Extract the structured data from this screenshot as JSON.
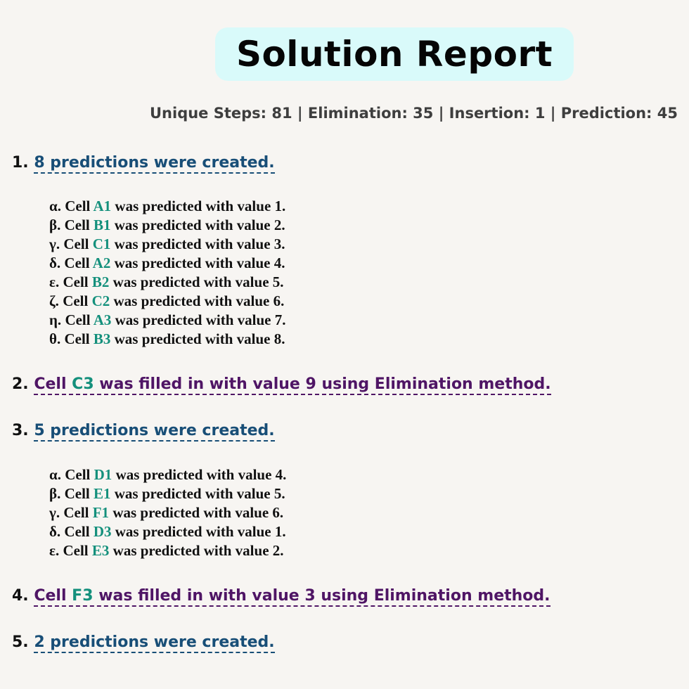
{
  "title": "Solution Report",
  "stats": "Unique Steps: 81 | Elimination: 35 | Insertion: 1 | Prediction: 45",
  "steps": [
    {
      "num": "1.",
      "text": "8 predictions were created.",
      "items": [
        {
          "marker": "α.",
          "pre": "Cell",
          "cell": "A1",
          "post": "was predicted with value 1."
        },
        {
          "marker": "β.",
          "pre": "Cell",
          "cell": "B1",
          "post": "was predicted with value 2."
        },
        {
          "marker": "γ.",
          "pre": "Cell",
          "cell": "C1",
          "post": "was predicted with value 3."
        },
        {
          "marker": "δ.",
          "pre": "Cell",
          "cell": "A2",
          "post": "was predicted with value 4."
        },
        {
          "marker": "ε.",
          "pre": "Cell",
          "cell": "B2",
          "post": "was predicted with value 5."
        },
        {
          "marker": "ζ.",
          "pre": "Cell",
          "cell": "C2",
          "post": "was predicted with value 6."
        },
        {
          "marker": "η.",
          "pre": "Cell",
          "cell": "A3",
          "post": "was predicted with value 7."
        },
        {
          "marker": "θ.",
          "pre": "Cell",
          "cell": "B3",
          "post": "was predicted with value 8."
        }
      ]
    },
    {
      "num": "2.",
      "pre": "Cell",
      "cell": "C3",
      "post": "was filled in with value 9 using Elimination method."
    },
    {
      "num": "3.",
      "text": "5 predictions were created.",
      "items": [
        {
          "marker": "α.",
          "pre": "Cell",
          "cell": "D1",
          "post": "was predicted with value 4."
        },
        {
          "marker": "β.",
          "pre": "Cell",
          "cell": "E1",
          "post": "was predicted with value 5."
        },
        {
          "marker": "γ.",
          "pre": "Cell",
          "cell": "F1",
          "post": "was predicted with value 6."
        },
        {
          "marker": "δ.",
          "pre": "Cell",
          "cell": "D3",
          "post": "was predicted with value 1."
        },
        {
          "marker": "ε.",
          "pre": "Cell",
          "cell": "E3",
          "post": "was predicted with value 2."
        }
      ]
    },
    {
      "num": "4.",
      "pre": "Cell",
      "cell": "F3",
      "post": "was filled in with value 3 using Elimination method."
    },
    {
      "num": "5.",
      "text": "2 predictions were created."
    }
  ]
}
